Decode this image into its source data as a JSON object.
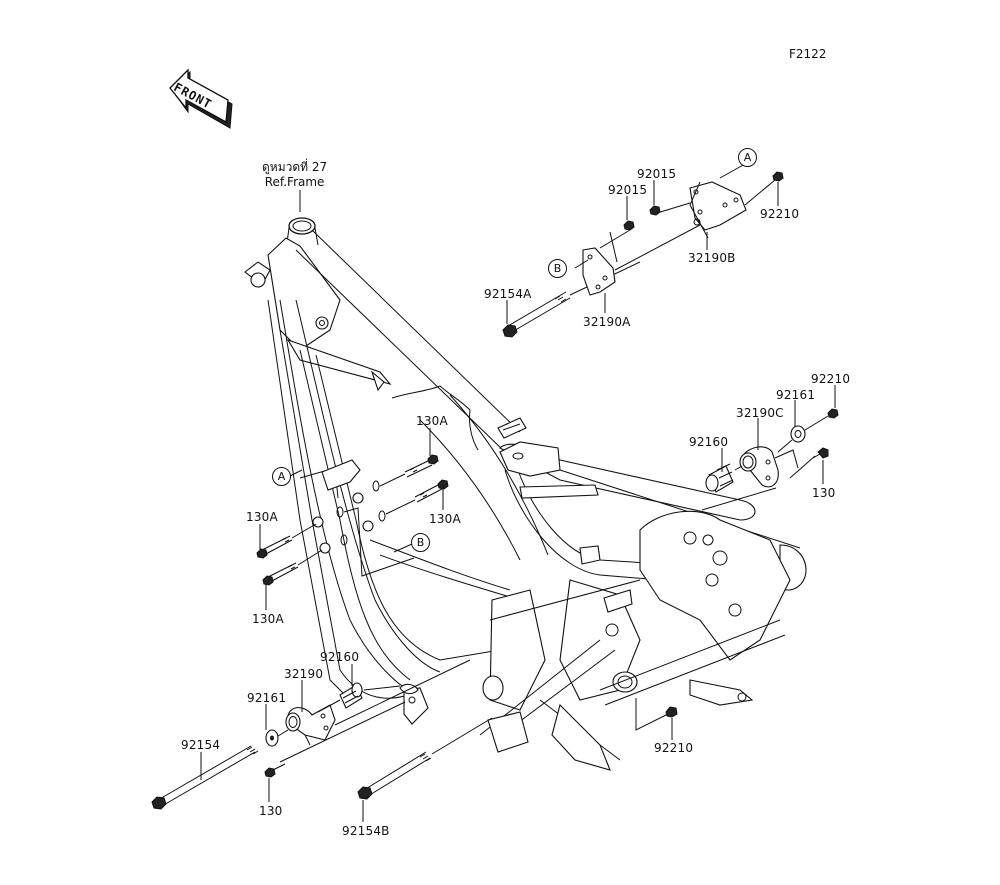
{
  "diagram": {
    "figure_code": "F2122",
    "front_indicator": "FRONT",
    "reference": {
      "thai_text": "ดูหมวดที่ 27",
      "english_text": "Ref.Frame"
    },
    "callouts": {
      "A": "A",
      "B": "B"
    },
    "parts": [
      {
        "id": "p-92015-upper",
        "number": "92015"
      },
      {
        "id": "p-92015-lower",
        "number": "92015"
      },
      {
        "id": "p-92210-top",
        "number": "92210"
      },
      {
        "id": "p-32190B",
        "number": "32190B"
      },
      {
        "id": "p-32190A",
        "number": "32190A"
      },
      {
        "id": "p-92154A",
        "number": "92154A"
      },
      {
        "id": "p-92210-right",
        "number": "92210"
      },
      {
        "id": "p-92161-right",
        "number": "92161"
      },
      {
        "id": "p-32190C",
        "number": "32190C"
      },
      {
        "id": "p-92160-right",
        "number": "92160"
      },
      {
        "id": "p-130-right",
        "number": "130"
      },
      {
        "id": "p-130A-top",
        "number": "130A"
      },
      {
        "id": "p-130A-mid",
        "number": "130A"
      },
      {
        "id": "p-130A-left1",
        "number": "130A"
      },
      {
        "id": "p-130A-left2",
        "number": "130A"
      },
      {
        "id": "p-92160-left",
        "number": "92160"
      },
      {
        "id": "p-32190",
        "number": "32190"
      },
      {
        "id": "p-92161-left",
        "number": "92161"
      },
      {
        "id": "p-92154",
        "number": "92154"
      },
      {
        "id": "p-130-left",
        "number": "130"
      },
      {
        "id": "p-92154B",
        "number": "92154B"
      },
      {
        "id": "p-92210-bottom",
        "number": "92210"
      }
    ]
  }
}
